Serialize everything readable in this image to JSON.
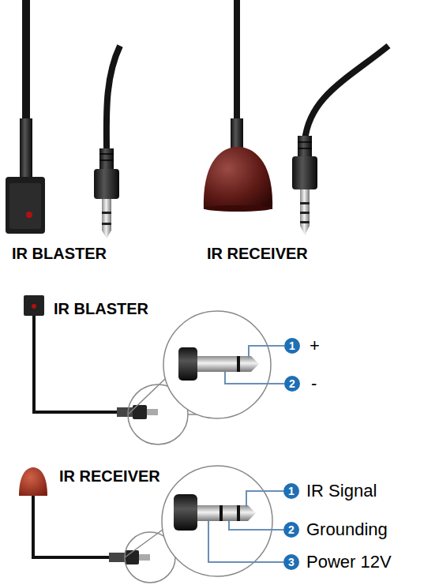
{
  "diagram": {
    "labels": [
      "IR BLASTER",
      "IR RECEIVER",
      "IR BLASTER",
      "1",
      "+",
      "2",
      "-",
      "IR RECEIVER",
      "1",
      "IR Signal",
      "2",
      "Grounding",
      "3",
      "Power 12V"
    ]
  }
}
